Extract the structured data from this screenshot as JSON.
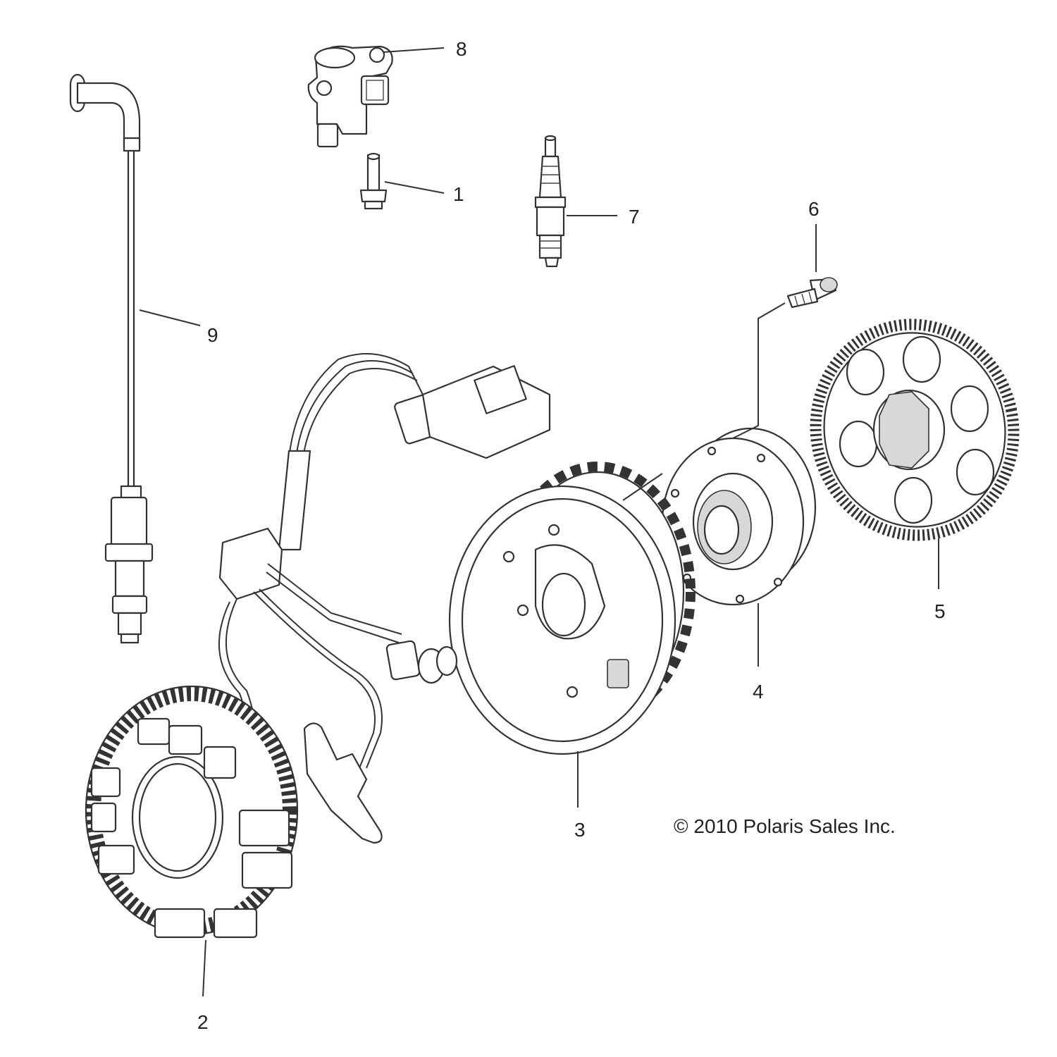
{
  "copyright": "© 2010 Polaris Sales Inc.",
  "callouts": {
    "c1": "1",
    "c2": "2",
    "c3": "3",
    "c4": "4",
    "c5": "5",
    "c6": "6",
    "c7": "7",
    "c8": "8",
    "c9": "9"
  }
}
